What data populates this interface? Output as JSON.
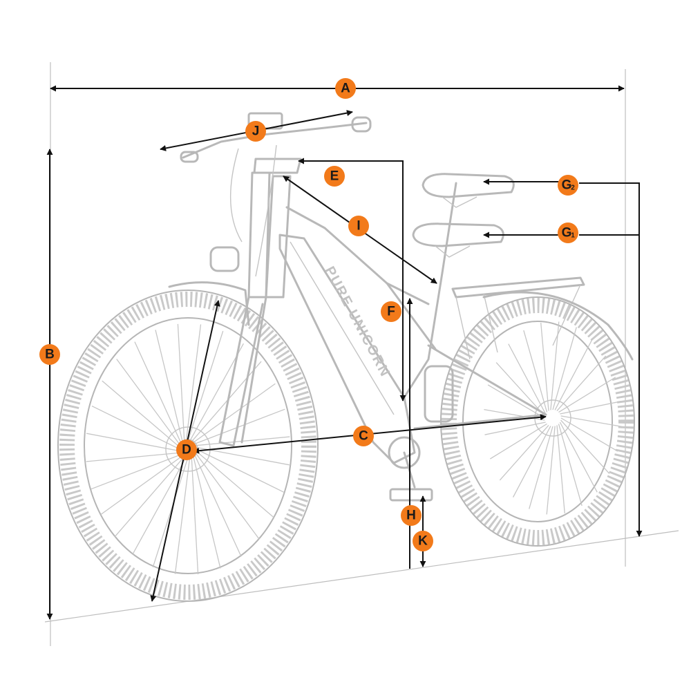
{
  "brand_text": "PURE UNICORN",
  "accent_color": "#f27a1a",
  "labels": {
    "A": "A",
    "B": "B",
    "C": "C",
    "D": "D",
    "E": "E",
    "F": "F",
    "G1": {
      "letter": "G",
      "sub": "1"
    },
    "G2": {
      "letter": "G",
      "sub": "2"
    },
    "H": "H",
    "I": "I",
    "J": "J",
    "K": "K"
  }
}
